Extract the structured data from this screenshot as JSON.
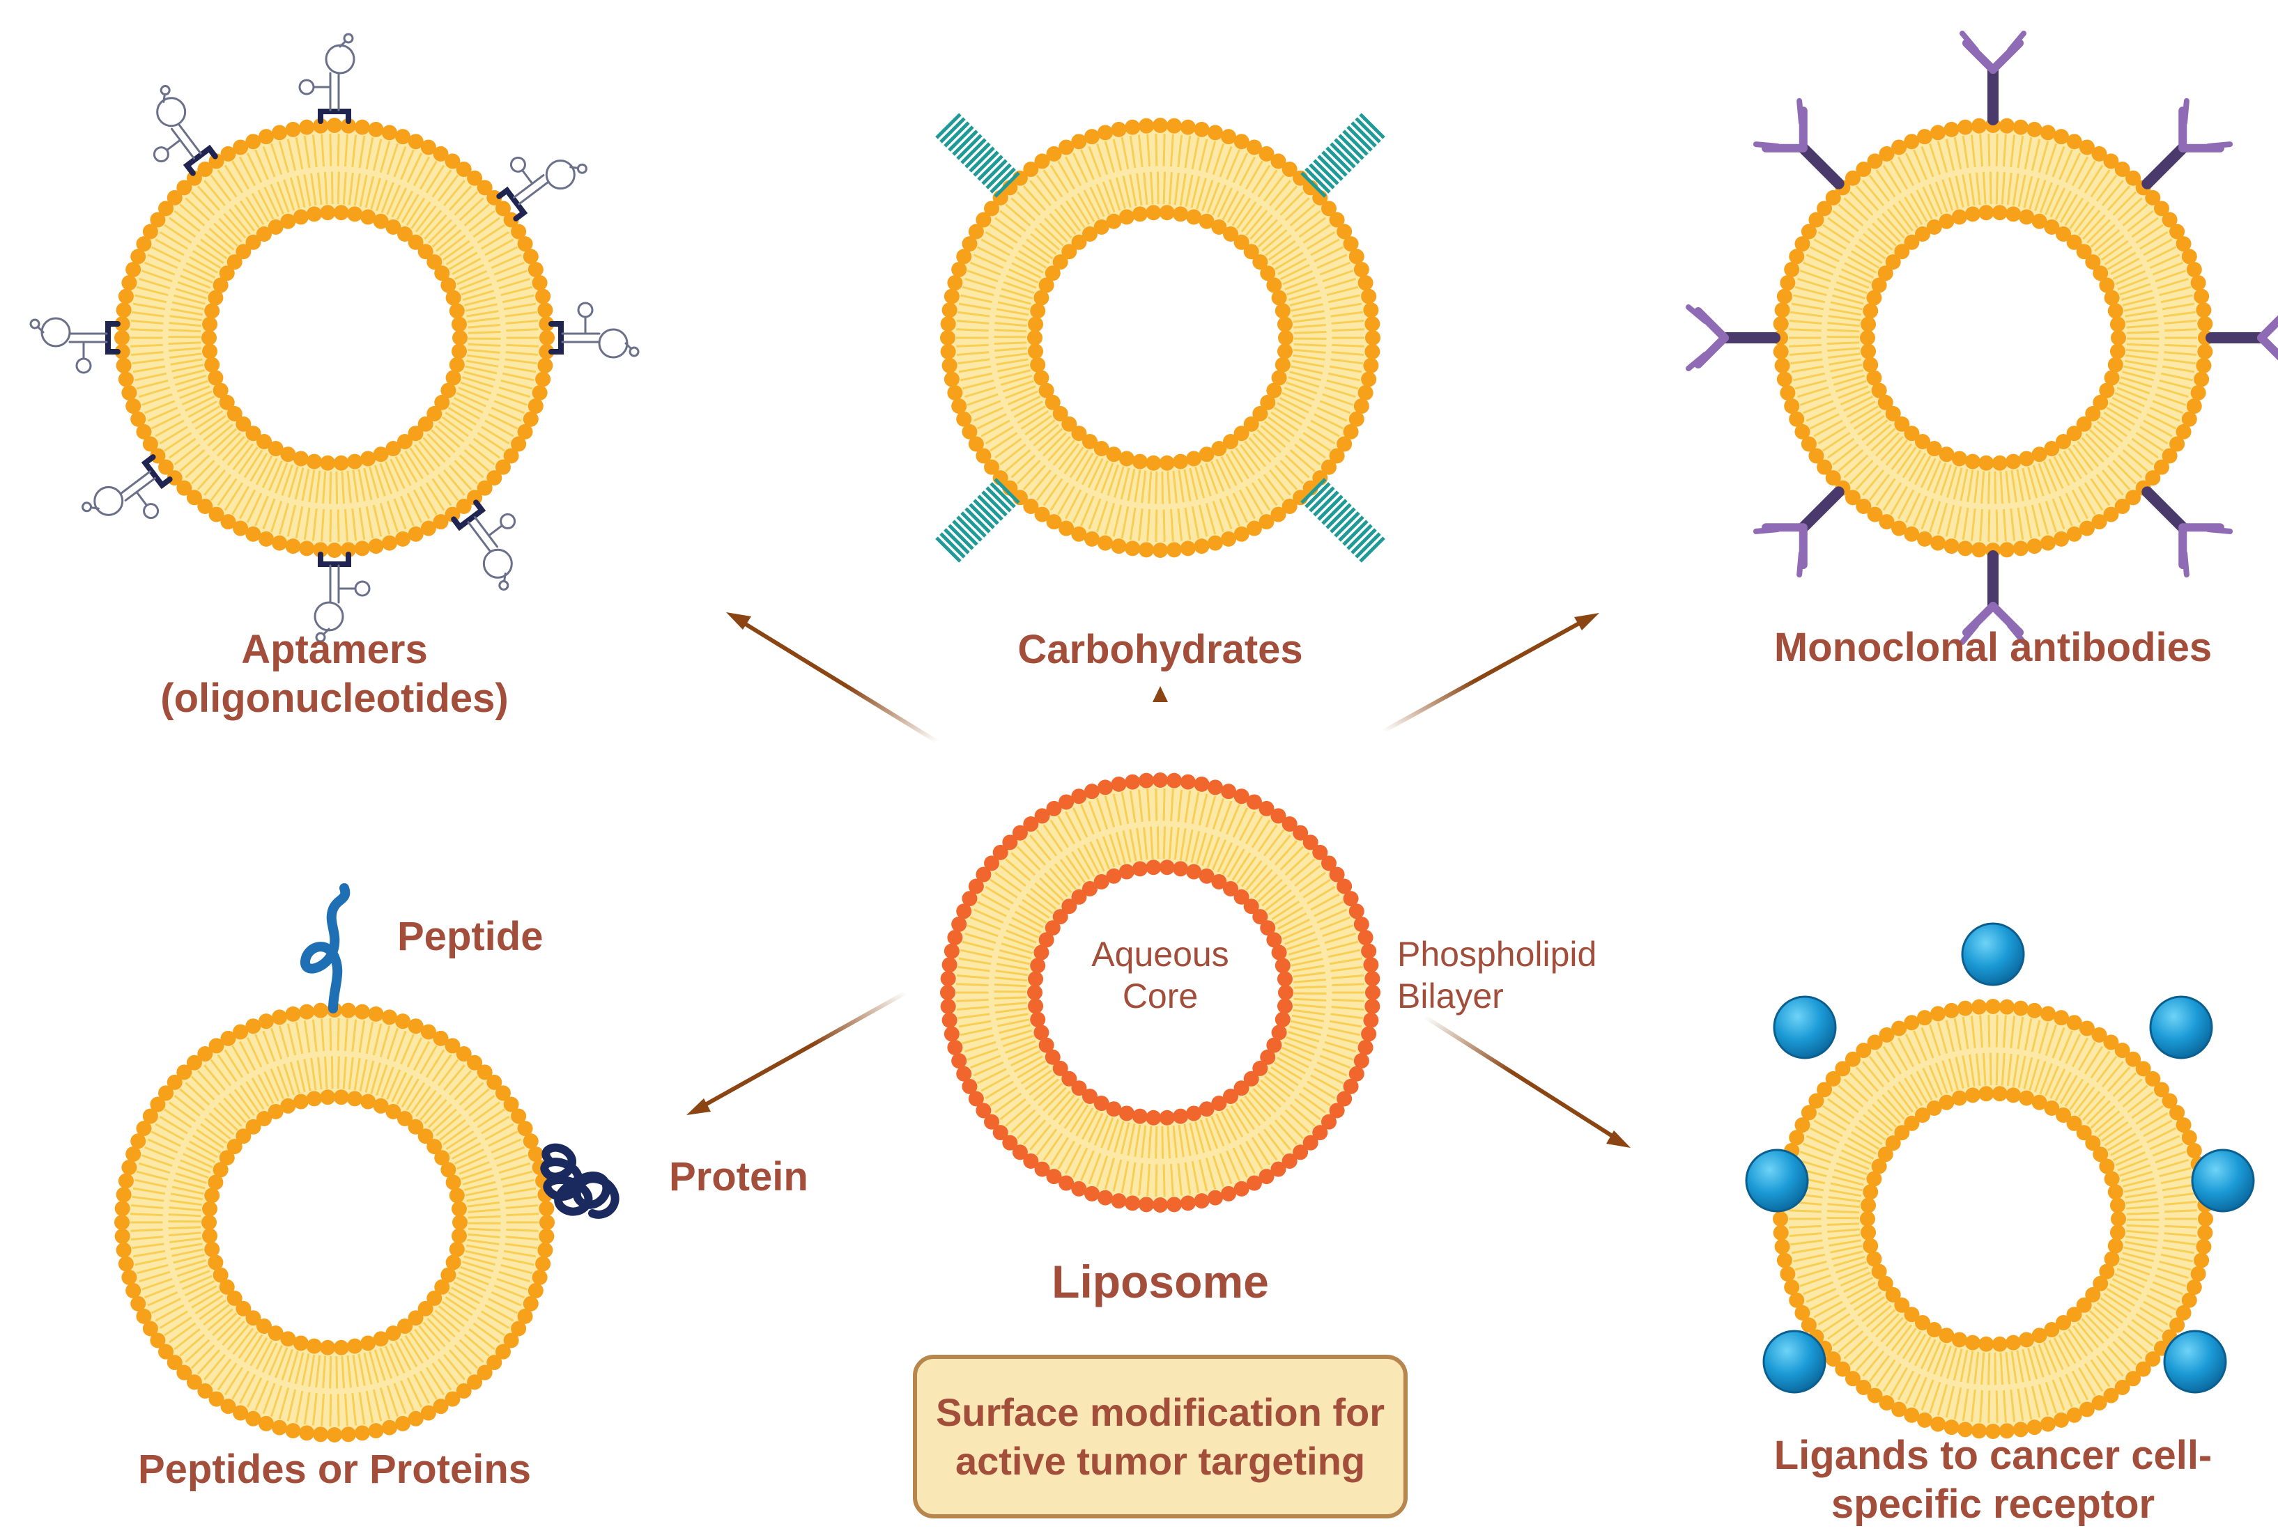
{
  "center": {
    "title": "Liposome",
    "core_label_line1": "Aqueous",
    "core_label_line2": "Core",
    "bilayer_label_line1": "Phospholipid",
    "bilayer_label_line2": "Bilayer"
  },
  "box": {
    "line1": "Surface modification for",
    "line2": "active tumor targeting"
  },
  "variants": {
    "aptamers": {
      "line1": "Aptamers",
      "line2": "(oligonucleotides)"
    },
    "carbohydrates": {
      "label": "Carbohydrates"
    },
    "antibodies": {
      "label": "Monoclonal antibodies"
    },
    "peptides": {
      "label": "Peptides or Proteins",
      "peptide_tag": "Peptide",
      "protein_tag": "Protein"
    },
    "ligands": {
      "line1": "Ligands to cancer cell-",
      "line2": "specific receptor"
    }
  },
  "colors": {
    "head_orange": "#f7a11a",
    "head_red": "#f0662d",
    "tail_yellow": "#f8cf54",
    "bilayer_fill": "#fde9a7",
    "label_brown": "#a24e3a",
    "arrow_brown": "#8a4513",
    "carbohydrate_teal": "#1f9a96",
    "antibody_purple": "#4a3a6c",
    "antibody_light": "#8f6bb5",
    "ligand_blue": "#1b9ad6",
    "peptide_blue": "#1f6fb5",
    "protein_navy": "#1a2a5e",
    "aptamer_navy": "#1f2550"
  }
}
